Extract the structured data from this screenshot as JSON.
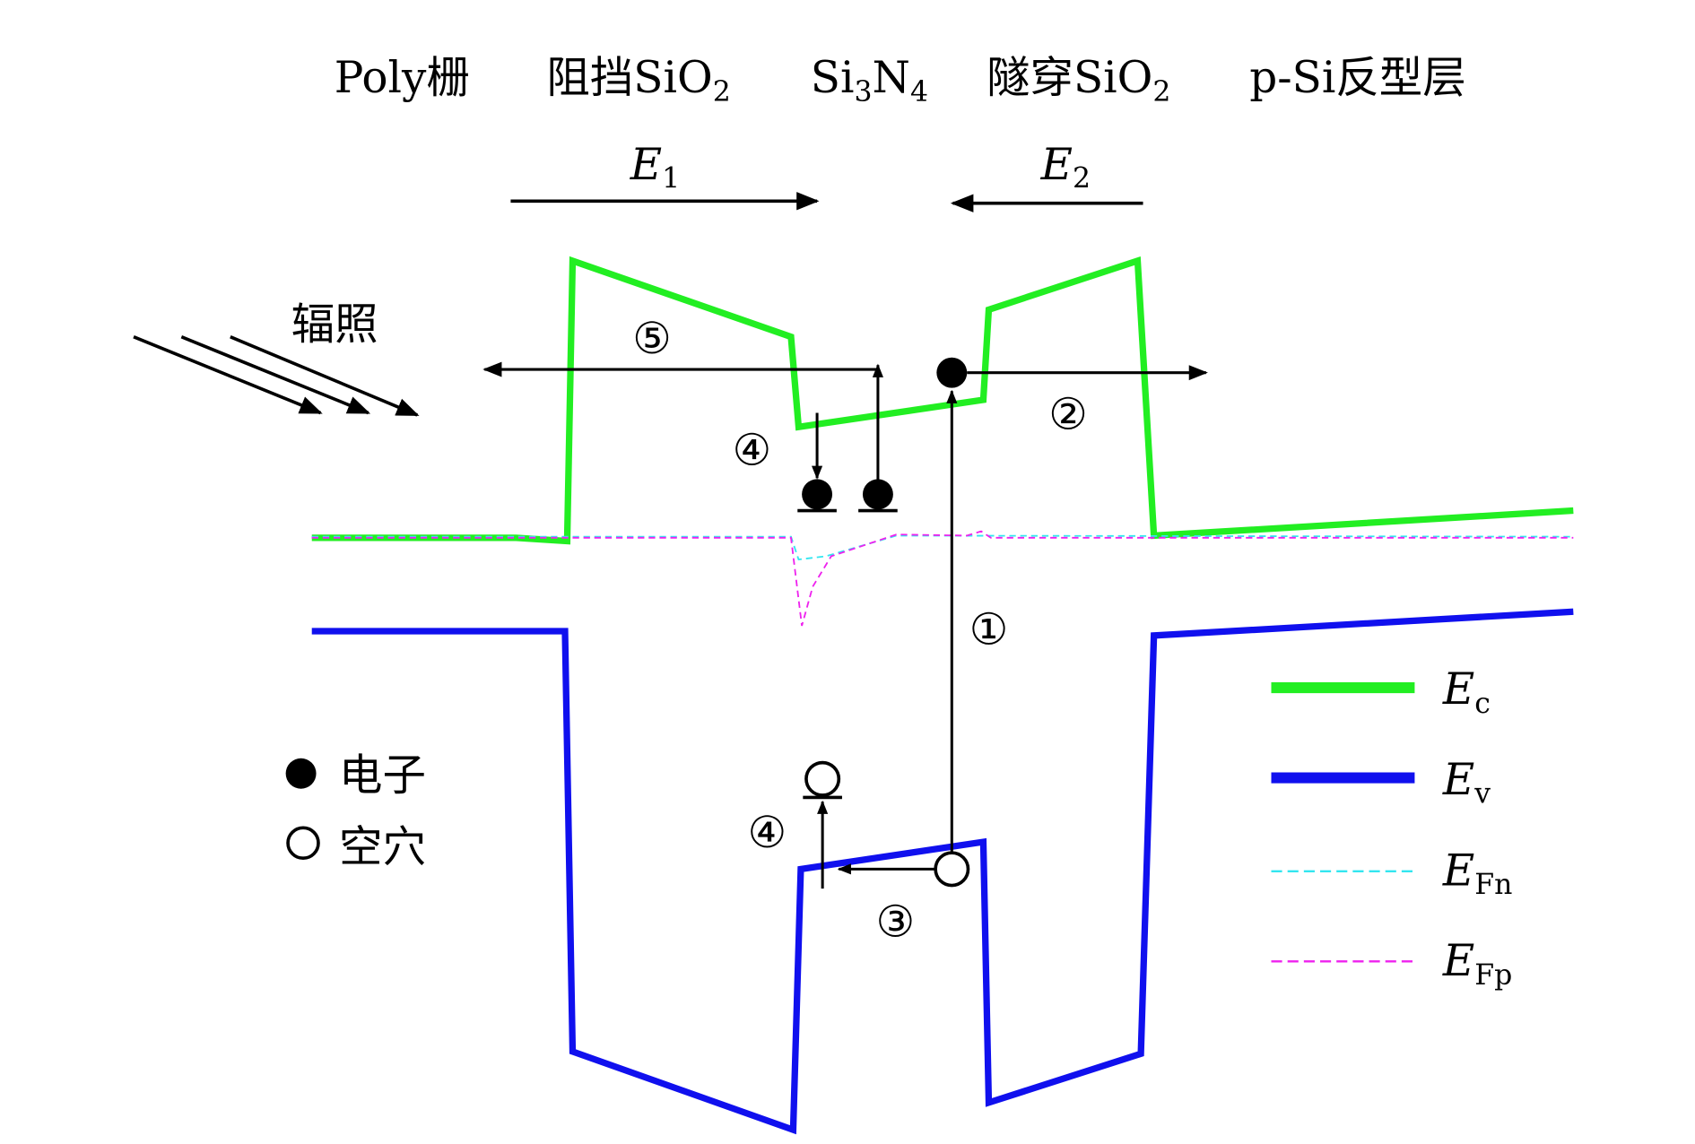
{
  "layers": [
    "Poly栅",
    "阻挡SiO",
    "Si",
    "隧穿SiO",
    "p-Si反型层"
  ],
  "layer_subs": {
    "blocking_sio2": "2",
    "si3n4_a": "3",
    "si3n4_n": "N",
    "si3n4_b": "4",
    "tunnel_sio2": "2"
  },
  "fields": {
    "e1": "E",
    "e1_sub": "1",
    "e2": "E",
    "e2_sub": "2"
  },
  "radiation_label": "辐照",
  "process_markers": {
    "p1": "①",
    "p2": "②",
    "p3": "③",
    "p4a": "④",
    "p4b": "④",
    "p5": "⑤"
  },
  "left_legend": {
    "electron": "电子",
    "hole": "空穴"
  },
  "right_legend": [
    {
      "base": "E",
      "sub": "c",
      "color": "#22ee22"
    },
    {
      "base": "E",
      "sub": "v",
      "color": "#1010ee"
    },
    {
      "base": "E",
      "sub": "Fn",
      "color": "#33e6f0"
    },
    {
      "base": "E",
      "sub": "Fp",
      "color": "#ee22ee"
    }
  ]
}
